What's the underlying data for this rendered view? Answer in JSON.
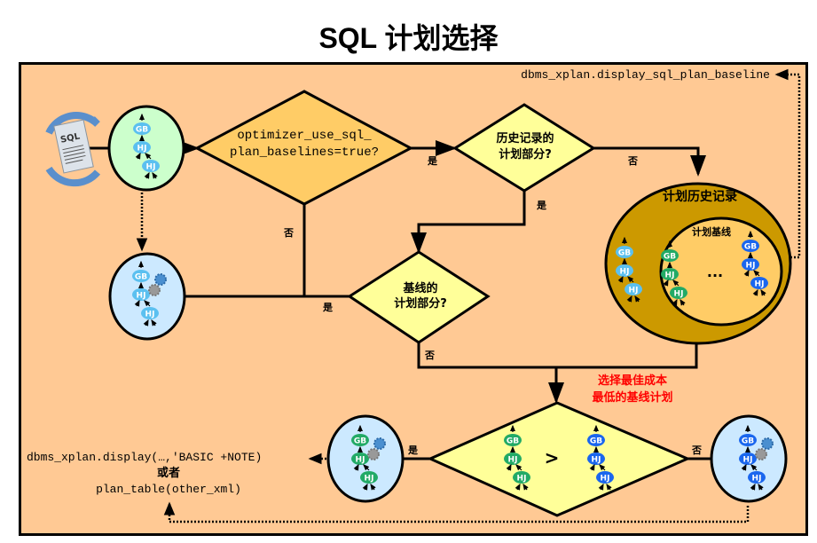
{
  "title": "SQL 计划选择",
  "top_right_call": "dbms_xplan.display_sql_plan_baseline",
  "sql_icon_label": "SQL",
  "decision1": {
    "line1": "optimizer_use_sql_",
    "line2": "plan_baselines=true?"
  },
  "decision2": {
    "line1": "历史记录的",
    "line2": "计划部分?"
  },
  "decision3": {
    "line1": "基线的",
    "line2": "计划部分?"
  },
  "labels": {
    "yes": "是",
    "no": "否",
    "plan_history": "计划历史记录",
    "plan_baseline": "计划基线",
    "ellipsis": "...",
    "choose_line1": "选择最佳成本",
    "choose_line2": "最低的基线计划",
    "compare_op": ">",
    "or": "或者"
  },
  "bottom_left": {
    "line1": "dbms_xplan.display(…,'BASIC +NOTE)",
    "line2": "或者",
    "line3": "plan_table(other_xml)"
  },
  "plan_nodes": {
    "gb": "GB",
    "hj": "HJ"
  },
  "colors": {
    "frame_bg": "#ffc994",
    "decision_orange": "#ffcc66",
    "decision_yellow": "#ffff99",
    "history_outer": "#cc9900",
    "baseline_inner": "#ffcc66",
    "plan_green_bg": "#ccffcc",
    "plan_blue_bg": "#cce9ff",
    "node_light_blue": "#5bc0f0",
    "node_green": "#22aa66",
    "node_blue": "#1a66ee",
    "highlight_red": "#ff0000"
  }
}
